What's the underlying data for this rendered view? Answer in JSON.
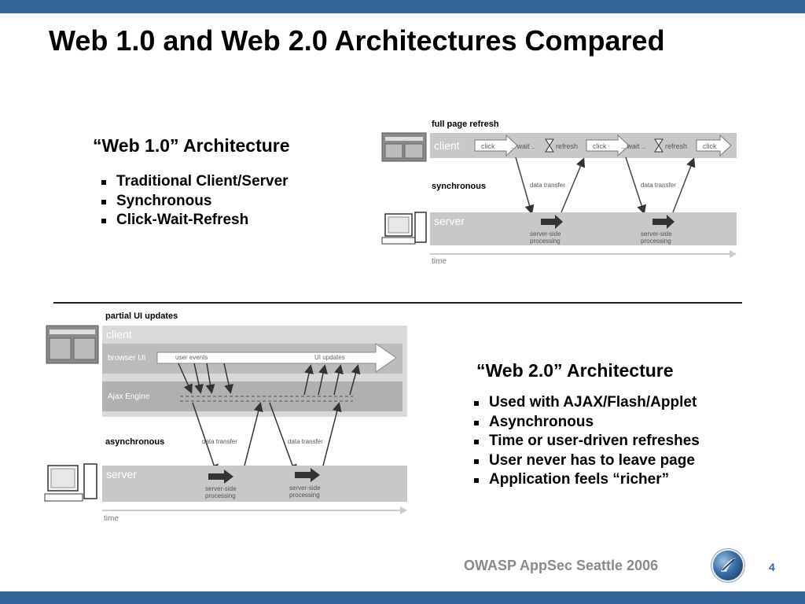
{
  "slide": {
    "title": "Web 1.0 and Web 2.0 Architectures Compared",
    "footer": "OWASP AppSec Seattle 2006",
    "page_number": "4"
  },
  "web1": {
    "heading": "“Web 1.0” Architecture",
    "bullets": [
      "Traditional Client/Server",
      "Synchronous",
      "Click-Wait-Refresh"
    ],
    "diagram": {
      "caption": "full page refresh",
      "client_label": "client",
      "mode_label": "synchronous",
      "server_label": "server",
      "time_label": "time",
      "click_label": "click",
      "wait_label": ".. wait ..",
      "refresh_label": "refresh",
      "transfer_label": "data transfer",
      "processing_line1": "server-side",
      "processing_line2": "processing"
    }
  },
  "web2": {
    "heading": "“Web 2.0” Architecture",
    "bullets": [
      "Used with AJAX/Flash/Applet",
      "Asynchronous",
      "Time or user-driven refreshes",
      "User never has to leave page",
      "Application feels “richer”"
    ],
    "diagram": {
      "caption": "partial UI updates",
      "client_label": "client",
      "browser_ui_label": "browser UI",
      "user_events_label": "user events",
      "ui_updates_label": "UI updates",
      "ajax_label": "Ajax Engine",
      "mode_label": "asynchronous",
      "transfer_label": "data transfer",
      "server_label": "server",
      "processing_line1": "server-side",
      "processing_line2": "processing",
      "time_label": "time"
    }
  }
}
